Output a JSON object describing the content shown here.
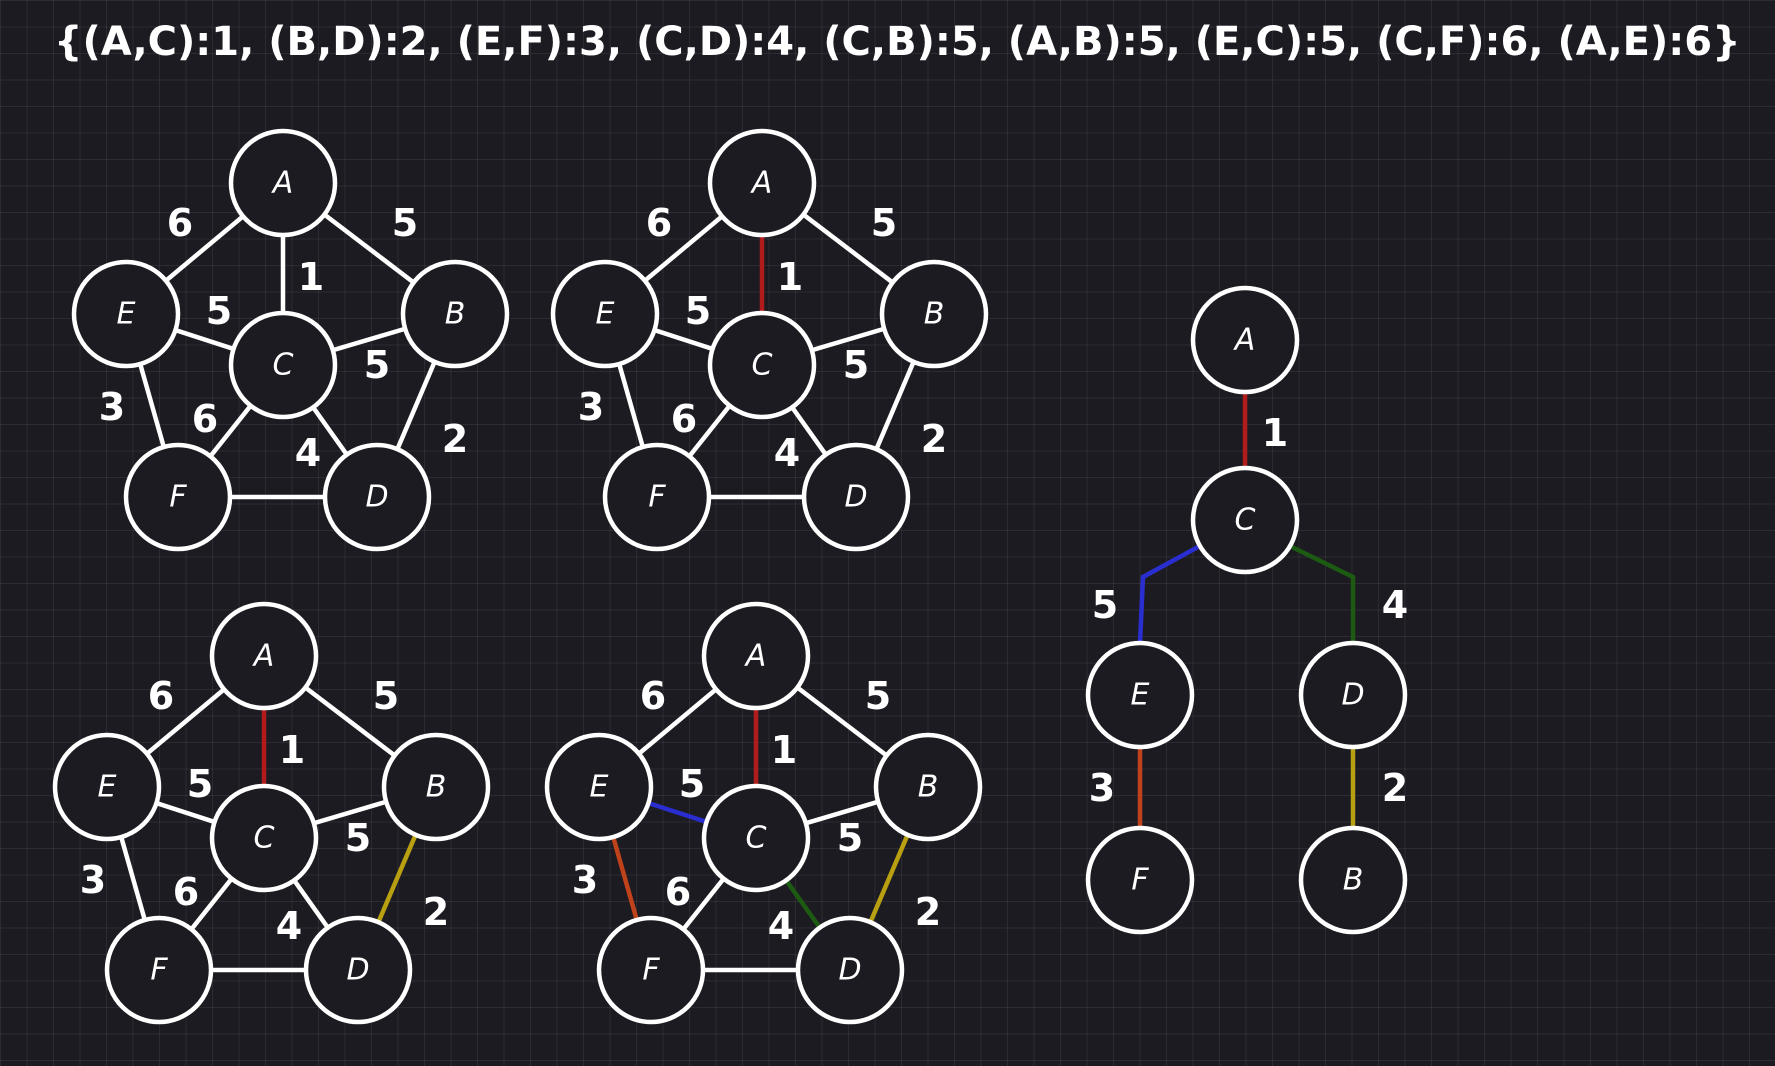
{
  "header": "{(A,C):1, (B,D):2, (E,F):3, (C,D):4, (C,B):5, (A,B):5, (E,C):5, (C,F):6, (A,E):6}",
  "colors": {
    "background": "#1c1b22",
    "default_edge": "#ffffff",
    "node_stroke": "#ffffff",
    "AC": "#b01c1c",
    "BD": "#b8a010",
    "EF": "#c0421a",
    "CD": "#1d5a12",
    "EC": "#2a2ed0"
  },
  "graphs": [
    {
      "id": "graph-1",
      "nodes": [
        "A",
        "B",
        "C",
        "D",
        "E",
        "F"
      ],
      "edges": [
        {
          "u": "A",
          "v": "E",
          "w": "6",
          "color": "default_edge"
        },
        {
          "u": "A",
          "v": "B",
          "w": "5",
          "color": "default_edge"
        },
        {
          "u": "A",
          "v": "C",
          "w": "1",
          "color": "default_edge"
        },
        {
          "u": "E",
          "v": "C",
          "w": "5",
          "color": "default_edge"
        },
        {
          "u": "C",
          "v": "B",
          "w": "5",
          "color": "default_edge"
        },
        {
          "u": "E",
          "v": "F",
          "w": "3",
          "color": "default_edge"
        },
        {
          "u": "C",
          "v": "F",
          "w": "6",
          "color": "default_edge"
        },
        {
          "u": "C",
          "v": "D",
          "w": "4",
          "color": "default_edge"
        },
        {
          "u": "B",
          "v": "D",
          "w": "2",
          "color": "default_edge"
        },
        {
          "u": "F",
          "v": "D",
          "w": "",
          "color": "default_edge"
        }
      ]
    },
    {
      "id": "graph-2",
      "nodes": [
        "A",
        "B",
        "C",
        "D",
        "E",
        "F"
      ],
      "edges": [
        {
          "u": "A",
          "v": "E",
          "w": "6",
          "color": "default_edge"
        },
        {
          "u": "A",
          "v": "B",
          "w": "5",
          "color": "default_edge"
        },
        {
          "u": "A",
          "v": "C",
          "w": "1",
          "color": "AC"
        },
        {
          "u": "E",
          "v": "C",
          "w": "5",
          "color": "default_edge"
        },
        {
          "u": "C",
          "v": "B",
          "w": "5",
          "color": "default_edge"
        },
        {
          "u": "E",
          "v": "F",
          "w": "3",
          "color": "default_edge"
        },
        {
          "u": "C",
          "v": "F",
          "w": "6",
          "color": "default_edge"
        },
        {
          "u": "C",
          "v": "D",
          "w": "4",
          "color": "default_edge"
        },
        {
          "u": "B",
          "v": "D",
          "w": "2",
          "color": "default_edge"
        },
        {
          "u": "F",
          "v": "D",
          "w": "",
          "color": "default_edge"
        }
      ]
    },
    {
      "id": "graph-3",
      "nodes": [
        "A",
        "B",
        "C",
        "D",
        "E",
        "F"
      ],
      "edges": [
        {
          "u": "A",
          "v": "E",
          "w": "6",
          "color": "default_edge"
        },
        {
          "u": "A",
          "v": "B",
          "w": "5",
          "color": "default_edge"
        },
        {
          "u": "A",
          "v": "C",
          "w": "1",
          "color": "AC"
        },
        {
          "u": "E",
          "v": "C",
          "w": "5",
          "color": "default_edge"
        },
        {
          "u": "C",
          "v": "B",
          "w": "5",
          "color": "default_edge"
        },
        {
          "u": "E",
          "v": "F",
          "w": "3",
          "color": "default_edge"
        },
        {
          "u": "C",
          "v": "F",
          "w": "6",
          "color": "default_edge"
        },
        {
          "u": "C",
          "v": "D",
          "w": "4",
          "color": "default_edge"
        },
        {
          "u": "B",
          "v": "D",
          "w": "2",
          "color": "BD"
        },
        {
          "u": "F",
          "v": "D",
          "w": "",
          "color": "default_edge"
        }
      ]
    },
    {
      "id": "graph-4",
      "nodes": [
        "A",
        "B",
        "C",
        "D",
        "E",
        "F"
      ],
      "edges": [
        {
          "u": "A",
          "v": "E",
          "w": "6",
          "color": "default_edge"
        },
        {
          "u": "A",
          "v": "B",
          "w": "5",
          "color": "default_edge"
        },
        {
          "u": "A",
          "v": "C",
          "w": "1",
          "color": "AC"
        },
        {
          "u": "E",
          "v": "C",
          "w": "5",
          "color": "EC"
        },
        {
          "u": "C",
          "v": "B",
          "w": "5",
          "color": "default_edge"
        },
        {
          "u": "E",
          "v": "F",
          "w": "3",
          "color": "EF"
        },
        {
          "u": "C",
          "v": "F",
          "w": "6",
          "color": "default_edge"
        },
        {
          "u": "C",
          "v": "D",
          "w": "4",
          "color": "CD"
        },
        {
          "u": "B",
          "v": "D",
          "w": "2",
          "color": "BD"
        },
        {
          "u": "F",
          "v": "D",
          "w": "",
          "color": "default_edge"
        }
      ]
    }
  ],
  "tree": {
    "nodes": [
      "A",
      "C",
      "E",
      "D",
      "F",
      "B"
    ],
    "edges": [
      {
        "u": "A",
        "v": "C",
        "w": "1",
        "color": "AC"
      },
      {
        "u": "C",
        "v": "E",
        "w": "5",
        "color": "EC"
      },
      {
        "u": "C",
        "v": "D",
        "w": "4",
        "color": "CD"
      },
      {
        "u": "E",
        "v": "F",
        "w": "3",
        "color": "EF"
      },
      {
        "u": "D",
        "v": "B",
        "w": "2",
        "color": "BD"
      }
    ]
  }
}
